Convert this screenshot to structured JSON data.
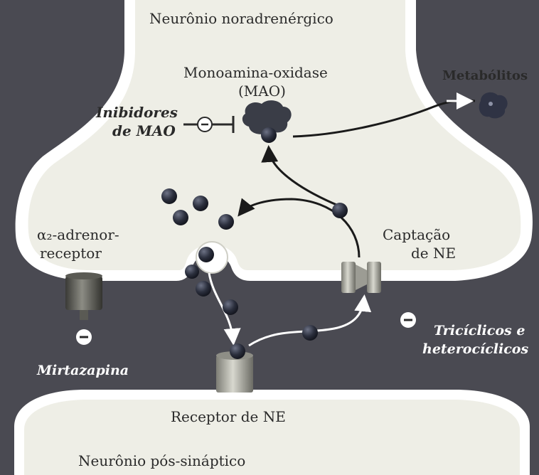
{
  "labels": {
    "presynaptic": "Neurônio noradrenérgico",
    "mao_line1": "Monoamina-oxidase",
    "mao_line2": "(MAO)",
    "metabolites": "Metabólitos",
    "mao_inhibitors_line1": "Inibidores",
    "mao_inhibitors_line2": "de MAO",
    "alpha2_line1": "α₂-adrenor-",
    "alpha2_line2": "receptor",
    "uptake_line1": "Captação",
    "uptake_line2": "de NE",
    "tricyclics_line1": "Tricíclicos e",
    "tricyclics_line2": "heterocíclicos",
    "mirtazapine": "Mirtazapina",
    "ne_receptor": "Receptor de NE",
    "postsynaptic": "Neurônio pós-sináptico",
    "inhibit_symbol": "−"
  },
  "colors": {
    "cleft": "#4a4a52",
    "membrane": "#ffffff",
    "cytoplasm": "#eeeee6",
    "molecule": "#2b2f3d",
    "enzyme": "#3a3d47",
    "metabolite": "#2f3344",
    "transporter": "#b8b8ae",
    "receptor": "#a8a8a0",
    "alpha2_receptor": "#7a7a74",
    "arrow_inside": "#1a1a1a",
    "arrow_cleft": "#ffffff"
  }
}
